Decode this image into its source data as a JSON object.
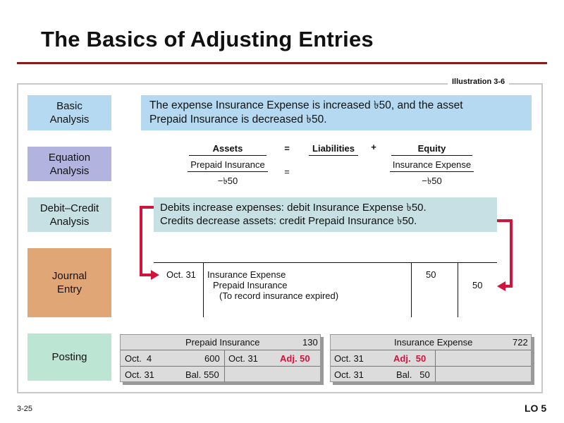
{
  "title": "The Basics of Adjusting Entries",
  "illustration": "Illustration 3-6",
  "labels": {
    "basic": "Basic\nAnalysis",
    "equation": "Equation\nAnalysis",
    "debit_credit": "Debit–Credit\nAnalysis",
    "journal": "Journal\nEntry",
    "posting": "Posting"
  },
  "basic_analysis": {
    "line1": "The expense Insurance Expense is increased ৳50, and the asset",
    "line2": "Prepaid Insurance is decreased ৳50."
  },
  "equation": {
    "assets": "Assets",
    "eq1": "=",
    "liabilities": "Liabilities",
    "plus": "+",
    "equity": "Equity",
    "assets_item": "Prepaid Insurance",
    "eq2": "=",
    "equity_item": "Insurance Expense",
    "assets_amt": "−৳50",
    "equity_amt": "−৳50"
  },
  "debit_credit": {
    "line1": "Debits increase expenses: debit Insurance Expense ৳50.",
    "line2": "Credits decrease assets: credit Prepaid Insurance ৳50."
  },
  "journal": {
    "date": "Oct. 31",
    "debit_account": "Insurance Expense",
    "credit_account": "Prepaid Insurance",
    "explanation": "(To record insurance expired)",
    "debit_amt": "50",
    "credit_amt": "50"
  },
  "posting": {
    "prepaid": {
      "name": "Prepaid Insurance",
      "number": "130",
      "r1_date": "Oct.  4",
      "r1_amt": "600",
      "r1_cdate": "Oct. 31",
      "r1_cadj": "Adj. 50",
      "r2_date": "Oct. 31",
      "r2_bal": "Bal. 550"
    },
    "expense": {
      "name": "Insurance Expense",
      "number": "722",
      "r1_date": "Oct. 31",
      "r1_adj": "Adj.  50",
      "r2_date": "Oct. 31",
      "r2_bal": "Bal.   50"
    }
  },
  "footer": {
    "page": "3-25",
    "lo": "LO 5"
  },
  "colors": {
    "accent_red": "#d0143c",
    "title_rule": "#8b1a1a"
  }
}
